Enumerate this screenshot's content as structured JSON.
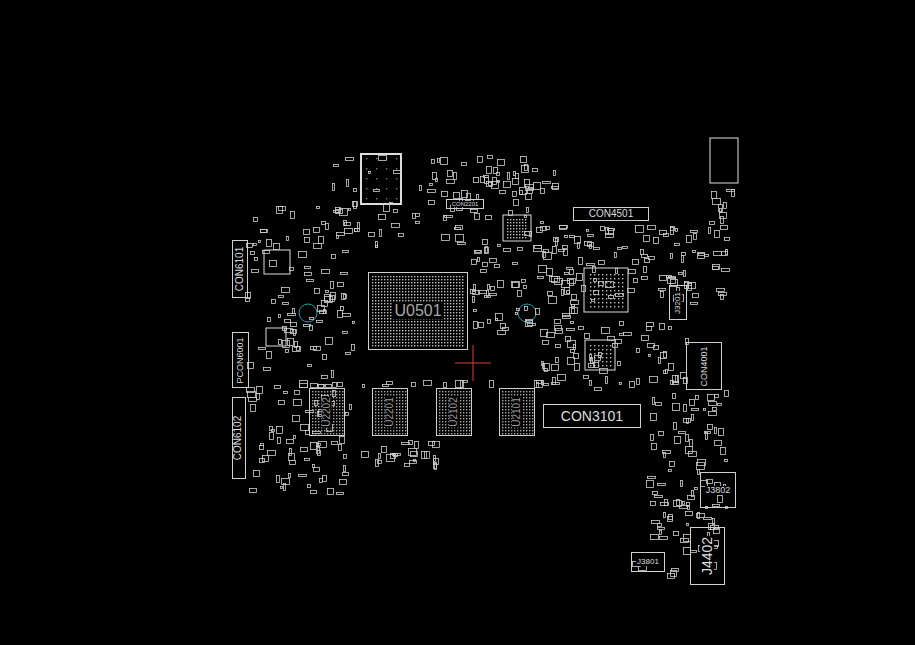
{
  "diagram": {
    "nodes": [
      {
        "text": [
          "CON6101"
        ]
      },
      {
        "text": [
          "PCON6001"
        ]
      },
      {
        "text": [
          "CON6102"
        ]
      },
      {
        "text": [
          "CON2201"
        ]
      },
      {
        "text": [
          "CON4501"
        ]
      },
      {
        "text": [
          "U0501"
        ]
      },
      {
        "text": [
          "J3201"
        ]
      },
      {
        "text": [
          "CON4001"
        ]
      },
      {
        "text": [
          "U2202"
        ]
      },
      {
        "text": [
          "U2201"
        ]
      },
      {
        "text": [
          "U2102"
        ]
      },
      {
        "text": [
          "U2101"
        ]
      },
      {
        "text": [
          "CON3101"
        ]
      },
      {
        "text": [
          "J3802"
        ]
      },
      {
        "text": [
          "J4402"
        ]
      },
      {
        "text": [
          "J3801"
        ]
      }
    ]
  }
}
